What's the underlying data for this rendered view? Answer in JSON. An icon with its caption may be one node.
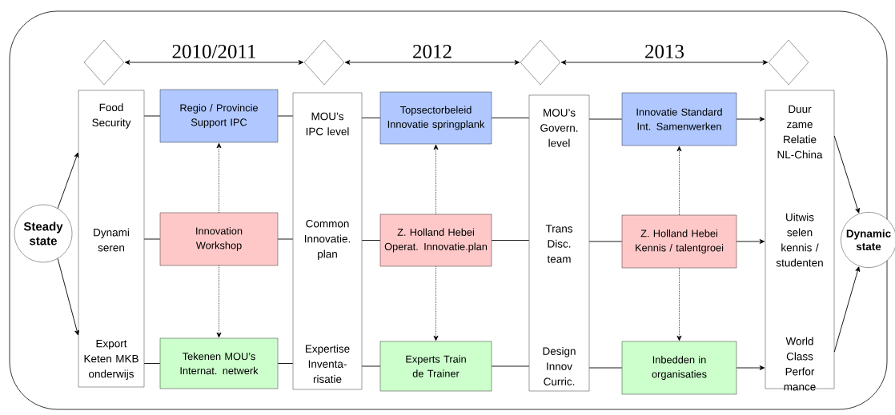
{
  "diagram": {
    "nodes": [
      {
        "text": [],
        "shape": "diamond"
      },
      {
        "text": [],
        "shape": "diamond"
      },
      {
        "text": [],
        "shape": "diamond"
      },
      {
        "text": [],
        "shape": "diamond"
      },
      {
        "text": [
          "Steady state"
        ]
      },
      {
        "text": [
          "Food Security",
          "Dynami seren",
          "Export Keten MKB onderwijs"
        ]
      },
      {
        "text": [
          "Regio / Provincie Support IPC"
        ]
      },
      {
        "text": [
          "Innovation Workshop"
        ]
      },
      {
        "text": [
          "Tekenen MOU’s Internat. netwerk"
        ]
      },
      {
        "text": [
          "MOU’s IPC level",
          "Common Innovatie. plan",
          "Expertise Inventa- risatie"
        ]
      },
      {
        "text": [
          "Topsectorbeleid Innovatie springplank"
        ]
      },
      {
        "text": [
          "Z. Holland Hebei Operat. Innovatie.plan"
        ]
      },
      {
        "text": [
          "Experts Train de Trainer"
        ]
      },
      {
        "text": [
          "MOU’s Govern. level",
          "Trans Disc. team",
          "Design Innov Curric."
        ]
      },
      {
        "text": [
          "Innovatie Standard Int. Samenwerken"
        ]
      },
      {
        "text": [
          "Z. Holland Hebei Kennis / talentgroei"
        ]
      },
      {
        "text": [
          "Inbedden in organisaties"
        ]
      },
      {
        "text": [
          "Duur zame Relatie NL-China",
          "Uitwis selen kennis / studenten",
          "World Class Perfor mance"
        ]
      },
      {
        "text": [
          "Dynamic state"
        ]
      }
    ],
    "edges": [
      {
        "from": 0,
        "to": 1,
        "arrow": "both",
        "label": "2010/2011"
      },
      {
        "from": 1,
        "to": 2,
        "arrow": "both",
        "label": "2012"
      },
      {
        "from": 2,
        "to": 3,
        "arrow": "both",
        "label": "2013"
      },
      {
        "from": 4,
        "to": 5,
        "arrow": "to"
      },
      {
        "from": 4,
        "to": 5,
        "arrow": "to"
      },
      {
        "from": 5,
        "to": 6,
        "arrow": "none"
      },
      {
        "from": 6,
        "to": 9,
        "arrow": "none"
      },
      {
        "from": 5,
        "to": 7,
        "arrow": "none"
      },
      {
        "from": 7,
        "to": 9,
        "arrow": "none"
      },
      {
        "from": 5,
        "to": 8,
        "arrow": "none"
      },
      {
        "from": 8,
        "to": 9,
        "arrow": "none"
      },
      {
        "from": 9,
        "to": 10,
        "arrow": "none"
      },
      {
        "from": 10,
        "to": 13,
        "arrow": "none"
      },
      {
        "from": 9,
        "to": 11,
        "arrow": "none"
      },
      {
        "from": 11,
        "to": 13,
        "arrow": "none"
      },
      {
        "from": 9,
        "to": 12,
        "arrow": "none"
      },
      {
        "from": 12,
        "to": 13,
        "arrow": "none"
      },
      {
        "from": 13,
        "to": 14,
        "arrow": "none"
      },
      {
        "from": 14,
        "to": 17,
        "arrow": "to"
      },
      {
        "from": 13,
        "to": 15,
        "arrow": "none"
      },
      {
        "from": 15,
        "to": 17,
        "arrow": "to"
      },
      {
        "from": 13,
        "to": 16,
        "arrow": "none"
      },
      {
        "from": 16,
        "to": 17,
        "arrow": "to"
      },
      {
        "from": 7,
        "to": 6,
        "arrow": "to",
        "style": "dashed"
      },
      {
        "from": 7,
        "to": 8,
        "arrow": "to",
        "style": "dashed"
      },
      {
        "from": 11,
        "to": 10,
        "arrow": "to",
        "style": "dashed"
      },
      {
        "from": 11,
        "to": 12,
        "arrow": "to",
        "style": "dashed"
      },
      {
        "from": 15,
        "to": 14,
        "arrow": "to",
        "style": "dashed"
      },
      {
        "from": 15,
        "to": 16,
        "arrow": "to",
        "style": "dashed"
      },
      {
        "from": 17,
        "to": 18,
        "arrow": "to"
      },
      {
        "from": 17,
        "to": 18,
        "arrow": "to"
      }
    ]
  }
}
